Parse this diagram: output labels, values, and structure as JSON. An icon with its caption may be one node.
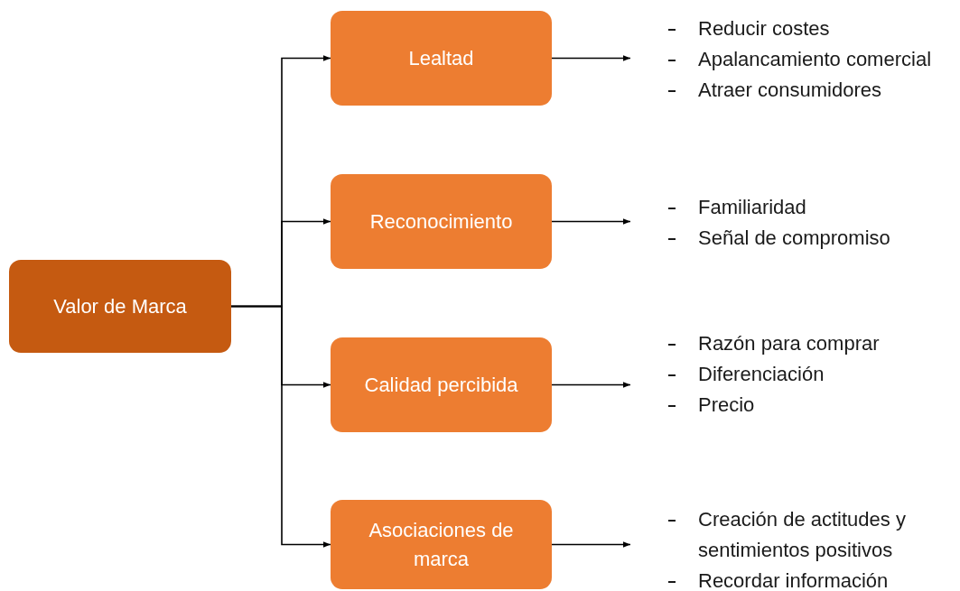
{
  "diagram": {
    "nodes": [
      {
        "text": [
          "Valor de Marca"
        ]
      },
      {
        "text": [
          "Lealtad"
        ]
      },
      {
        "text": [
          "Reconocimiento"
        ]
      },
      {
        "text": [
          "Calidad percibida"
        ]
      },
      {
        "text": [
          "Asociaciones de marca"
        ]
      },
      {
        "text": [
          "Reducir costes",
          "Apalancamiento comercial",
          "Atraer consumidores"
        ]
      },
      {
        "text": [
          "Familiaridad",
          "Señal de compromiso"
        ]
      },
      {
        "text": [
          "Razón para comprar",
          "Diferenciación",
          "Precio"
        ]
      },
      {
        "text": [
          "Creación de actitudes y sentimientos positivos",
          "Recordar información"
        ]
      }
    ],
    "edges": [
      {
        "from": 0,
        "to": 1,
        "arrow": "to"
      },
      {
        "from": 0,
        "to": 2,
        "arrow": "to"
      },
      {
        "from": 0,
        "to": 3,
        "arrow": "to"
      },
      {
        "from": 0,
        "to": 4,
        "arrow": "to"
      },
      {
        "from": 1,
        "to": 5,
        "arrow": "to"
      },
      {
        "from": 2,
        "to": 6,
        "arrow": "to"
      },
      {
        "from": 3,
        "to": 7,
        "arrow": "to"
      },
      {
        "from": 4,
        "to": 8,
        "arrow": "to"
      }
    ]
  }
}
